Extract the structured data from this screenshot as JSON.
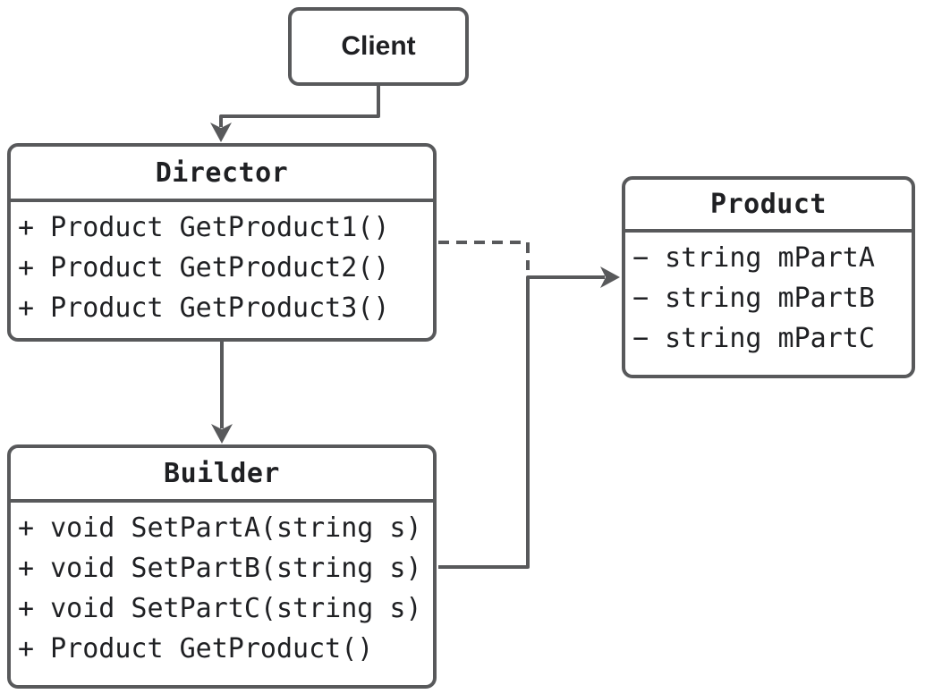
{
  "colors": {
    "stroke": "#58595b",
    "text": "#1f2023",
    "background": "#ffffff"
  },
  "diagram": {
    "client": {
      "title": "Client"
    },
    "director": {
      "title": "Director",
      "members": [
        "+ Product GetProduct1()",
        "+ Product GetProduct2()",
        "+ Product GetProduct3()"
      ]
    },
    "builder": {
      "title": "Builder",
      "members": [
        "+ void SetPartA(string s)",
        "+ void SetPartB(string s)",
        "+ void SetPartC(string s)",
        "+ Product GetProduct()"
      ]
    },
    "product": {
      "title": "Product",
      "members": [
        "− string mPartA",
        "− string mPartB",
        "− string mPartC"
      ]
    }
  }
}
